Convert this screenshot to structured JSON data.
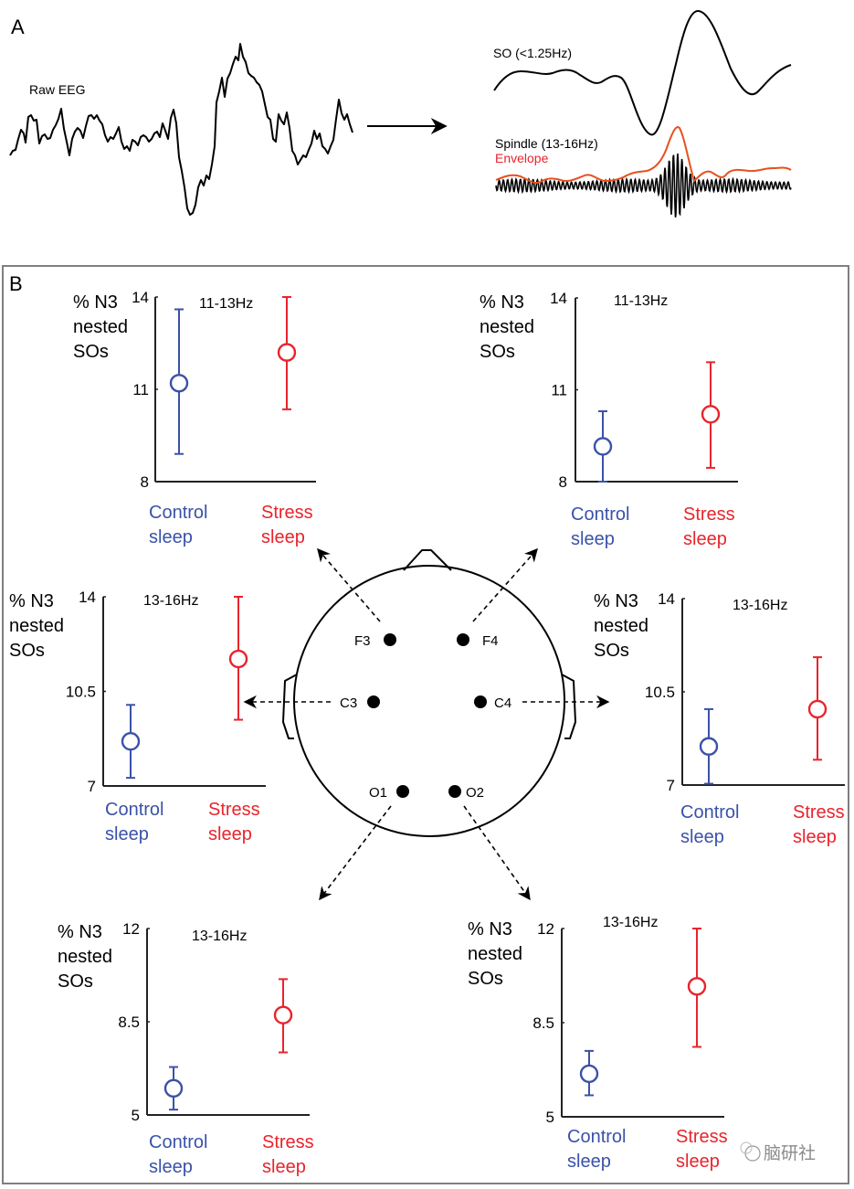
{
  "panel_a": {
    "letter": "A",
    "raw_label": "Raw EEG",
    "so_label": "SO (<1.25Hz)",
    "spindle_label": "Spindle (13-16Hz)",
    "envelope_label": "Envelope",
    "envelope_color": "#e8501e"
  },
  "panel_b": {
    "letter": "B",
    "electrodes": [
      "F3",
      "F4",
      "C3",
      "C4",
      "O1",
      "O2"
    ]
  },
  "colors": {
    "control": "#3a52a8",
    "stress": "#e8242c"
  },
  "watermark": "脑研社",
  "chart_data": [
    {
      "id": "F3",
      "type": "errorbar",
      "band": "11-13Hz",
      "ylabel": [
        "% N3",
        "nested",
        "SOs"
      ],
      "ylim": [
        8,
        14
      ],
      "yticks": [
        "8",
        "11",
        "14"
      ],
      "ytick_values": [
        8,
        11,
        14
      ],
      "categories": [
        [
          "Control",
          "sleep"
        ],
        [
          "Stress",
          "sleep"
        ]
      ],
      "series": [
        {
          "name": "Control sleep",
          "mean": 11.2,
          "lower": 8.9,
          "upper": 13.6
        },
        {
          "name": "Stress sleep",
          "mean": 12.2,
          "lower": 10.35,
          "upper": 14.0
        }
      ]
    },
    {
      "id": "F4",
      "type": "errorbar",
      "band": "11-13Hz",
      "ylabel": [
        "% N3",
        "nested",
        "SOs"
      ],
      "ylim": [
        8,
        14
      ],
      "yticks": [
        "8",
        "11",
        "14"
      ],
      "ytick_values": [
        8,
        11,
        14
      ],
      "categories": [
        [
          "Control",
          "sleep"
        ],
        [
          "Stress",
          "sleep"
        ]
      ],
      "series": [
        {
          "name": "Control sleep",
          "mean": 9.15,
          "lower": 8.0,
          "upper": 10.3
        },
        {
          "name": "Stress sleep",
          "mean": 10.2,
          "lower": 8.45,
          "upper": 11.9
        }
      ]
    },
    {
      "id": "C3",
      "type": "errorbar",
      "band": "13-16Hz",
      "ylabel": [
        "% N3",
        "nested",
        "SOs"
      ],
      "ylim": [
        7,
        14
      ],
      "yticks": [
        "7",
        "10.5",
        "14"
      ],
      "ytick_values": [
        7,
        10.5,
        14
      ],
      "categories": [
        [
          "Control",
          "sleep"
        ],
        [
          "Stress",
          "sleep"
        ]
      ],
      "series": [
        {
          "name": "Control sleep",
          "mean": 8.65,
          "lower": 7.3,
          "upper": 10.0
        },
        {
          "name": "Stress sleep",
          "mean": 11.7,
          "lower": 9.45,
          "upper": 14.0
        }
      ]
    },
    {
      "id": "C4",
      "type": "errorbar",
      "band": "13-16Hz",
      "ylabel": [
        "% N3",
        "nested",
        "SOs"
      ],
      "ylim": [
        7,
        14
      ],
      "yticks": [
        "7",
        "10.5",
        "14"
      ],
      "ytick_values": [
        7,
        10.5,
        14
      ],
      "categories": [
        [
          "Control",
          "sleep"
        ],
        [
          "Stress",
          "sleep"
        ]
      ],
      "series": [
        {
          "name": "Control sleep",
          "mean": 8.45,
          "lower": 7.05,
          "upper": 9.85
        },
        {
          "name": "Stress sleep",
          "mean": 9.85,
          "lower": 7.95,
          "upper": 11.8
        }
      ]
    },
    {
      "id": "O1",
      "type": "errorbar",
      "band": "13-16Hz",
      "ylabel": [
        "% N3",
        "nested",
        "SOs"
      ],
      "ylim": [
        5,
        12
      ],
      "yticks": [
        "5",
        "8.5",
        "12"
      ],
      "ytick_values": [
        5,
        8.5,
        12
      ],
      "categories": [
        [
          "Control",
          "sleep"
        ],
        [
          "Stress",
          "sleep"
        ]
      ],
      "series": [
        {
          "name": "Control sleep",
          "mean": 6.0,
          "lower": 5.2,
          "upper": 6.8
        },
        {
          "name": "Stress sleep",
          "mean": 8.75,
          "lower": 7.35,
          "upper": 10.1
        }
      ]
    },
    {
      "id": "O2",
      "type": "errorbar",
      "band": "13-16Hz",
      "ylabel": [
        "% N3",
        "nested",
        "SOs"
      ],
      "ylim": [
        5,
        12
      ],
      "yticks": [
        "5",
        "8.5",
        "12"
      ],
      "ytick_values": [
        5,
        8.5,
        12
      ],
      "categories": [
        [
          "Control",
          "sleep"
        ],
        [
          "Stress",
          "sleep"
        ]
      ],
      "series": [
        {
          "name": "Control sleep",
          "mean": 6.6,
          "lower": 5.8,
          "upper": 7.45
        },
        {
          "name": "Stress sleep",
          "mean": 9.85,
          "lower": 7.6,
          "upper": 12.0
        }
      ]
    }
  ]
}
